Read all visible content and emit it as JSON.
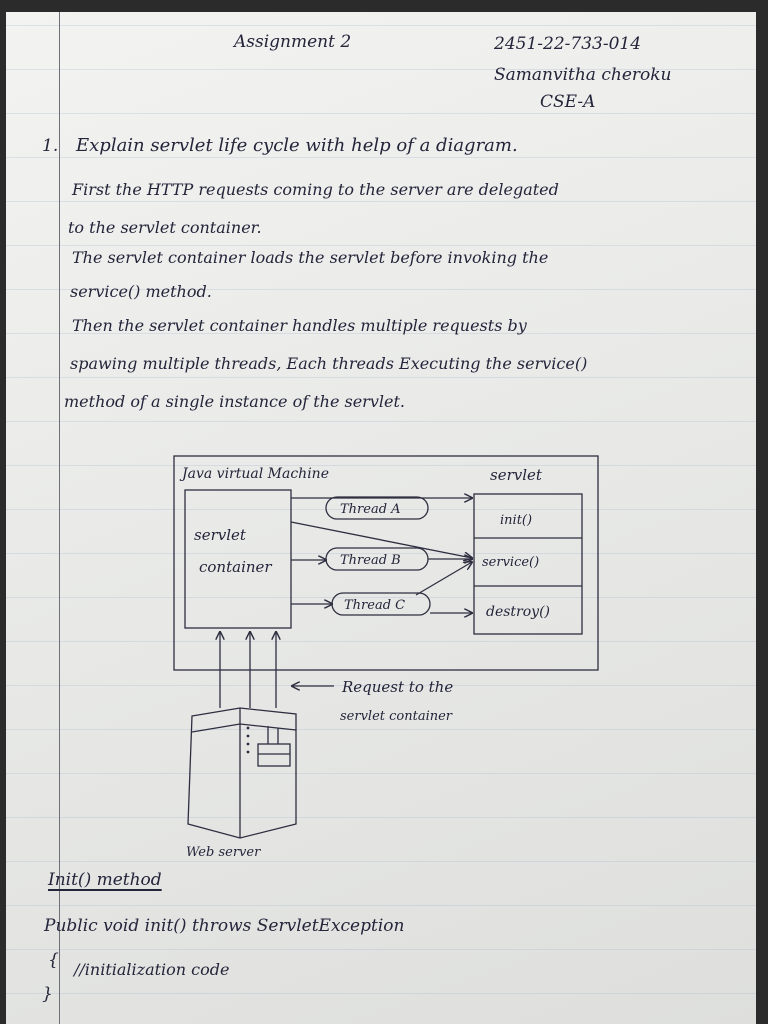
{
  "header": {
    "title": "Assignment 2",
    "roll_number": "2451-22-733-014",
    "student_name": "Samanvitha cheroku",
    "section": "CSE-A"
  },
  "question": {
    "number": "1.",
    "text": "Explain servlet life cycle with help of a diagram.",
    "answer_lines": [
      "First the HTTP requests coming to the server are delegated",
      "to the servlet container.",
      "The servlet container loads the servlet before invoking the",
      "service() method.",
      "Then the servlet container handles multiple requests by",
      "spawing multiple threads, Each threads Executing the service()",
      "method of a single instance of the servlet."
    ]
  },
  "diagram": {
    "jvm_label": "Java virtual Machine",
    "container_label_1": "servlet",
    "container_label_2": "container",
    "servlet_label": "servlet",
    "threads": [
      "Thread A",
      "Thread B",
      "Thread C"
    ],
    "methods": [
      "init()",
      "service()",
      "destroy()"
    ],
    "request_label_1": "Request to the",
    "request_label_2": "servlet container",
    "webserver_label": "Web server"
  },
  "init_section": {
    "heading": "Init() method",
    "signature": "Public void init() throws ServletException",
    "open_brace": "{",
    "comment": "//initialization code",
    "close_brace": "}"
  }
}
